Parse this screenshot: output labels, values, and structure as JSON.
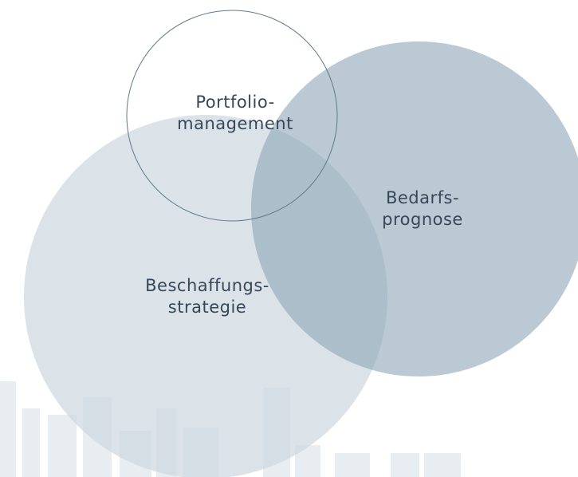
{
  "diagram": {
    "type": "venn",
    "colors": {
      "circle_beschaffung": "#cdd8df",
      "circle_bedarf": "#8fa8b8",
      "circle_outline": "#5f7a8a",
      "background_skyline": "#e8edf1",
      "text": "#37475a"
    },
    "circles": [
      {
        "id": "portfolio",
        "label_lines": [
          "Portfolio-",
          "management"
        ]
      },
      {
        "id": "bedarf",
        "label_lines": [
          "Bedarfs-",
          "prognose"
        ]
      },
      {
        "id": "beschaffung",
        "label_lines": [
          "Beschaffungs-",
          "strategie"
        ]
      }
    ]
  }
}
